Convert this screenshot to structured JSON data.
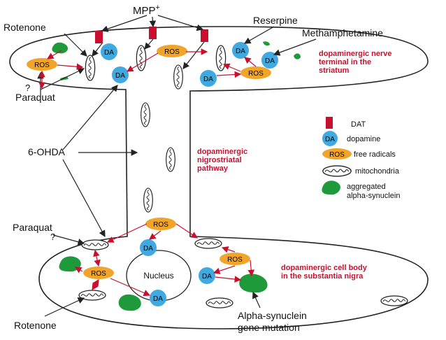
{
  "labels": {
    "mpp": "MPP",
    "mpp_sup": "+",
    "rotenone_top": "Rotenone",
    "reserpine": "Reserpine",
    "methamphetamine": "Methamphetamine",
    "paraquat_top": "Paraquat",
    "q_top": "?",
    "ohda": "6-OHDA",
    "paraquat_bottom": "Paraquat",
    "q_bottom": "?",
    "rotenone_bottom": "Rotenone",
    "nucleus": "Nucleus",
    "mutation_1": "Alpha-synuclein",
    "mutation_2": "gene mutation"
  },
  "region_labels": {
    "terminal_1": "dopaminergic nerve",
    "terminal_2": "terminal in the",
    "terminal_3": "striatum",
    "pathway_1": "dopaminergic",
    "pathway_2": "nigrostriatal",
    "pathway_3": "pathway",
    "body_1": "dopaminergic cell body",
    "body_2": "in the substantia nigra"
  },
  "legend": {
    "dat": "DAT",
    "dopamine": "dopamine",
    "free_radicals": "free radicals",
    "mitochondria": "mitochondria",
    "aggregated_1": "aggregated",
    "aggregated_2": "alpha-synuclein"
  },
  "chips": {
    "da": "DA",
    "ros": "ROS"
  },
  "colors": {
    "dat": "#c8102e",
    "dopamine": "#3fa9e0",
    "ros": "#f0a52a",
    "synuclein": "#1f9a3a",
    "region_label": "#c8102e"
  }
}
